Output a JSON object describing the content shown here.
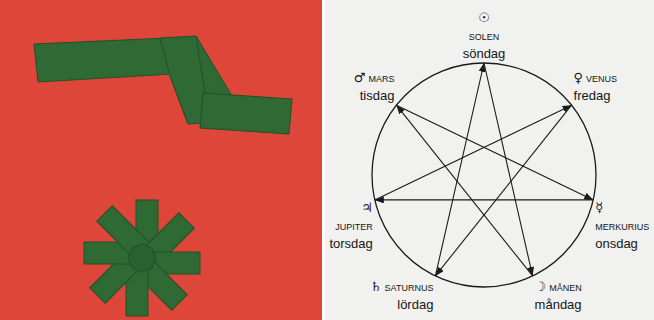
{
  "diagram": {
    "nodes": [
      {
        "text": [
          "☉",
          "SOLEN",
          "söndag"
        ]
      },
      {
        "text": [
          "♂",
          "MARS",
          "tisdag"
        ]
      },
      {
        "text": [
          "♀",
          "VENUS",
          "fredag"
        ]
      },
      {
        "text": [
          "♃",
          "JUPITER",
          "torsdag"
        ]
      },
      {
        "text": [
          "☿",
          "MERKURIUS",
          "onsdag"
        ]
      },
      {
        "text": [
          "♄",
          "SATURNUS",
          "lördag"
        ]
      },
      {
        "text": [
          "☽",
          "MÅNEN",
          "måndag"
        ]
      }
    ],
    "edges": [
      {
        "from": 0,
        "to": 6,
        "arrow": "to"
      },
      {
        "from": 6,
        "to": 1,
        "arrow": "to"
      },
      {
        "from": 1,
        "to": 4,
        "arrow": "to"
      },
      {
        "from": 4,
        "to": 3,
        "arrow": "to"
      },
      {
        "from": 3,
        "to": 2,
        "arrow": "to"
      },
      {
        "from": 2,
        "to": 5,
        "arrow": "to"
      },
      {
        "from": 5,
        "to": 0,
        "arrow": "to"
      }
    ]
  }
}
